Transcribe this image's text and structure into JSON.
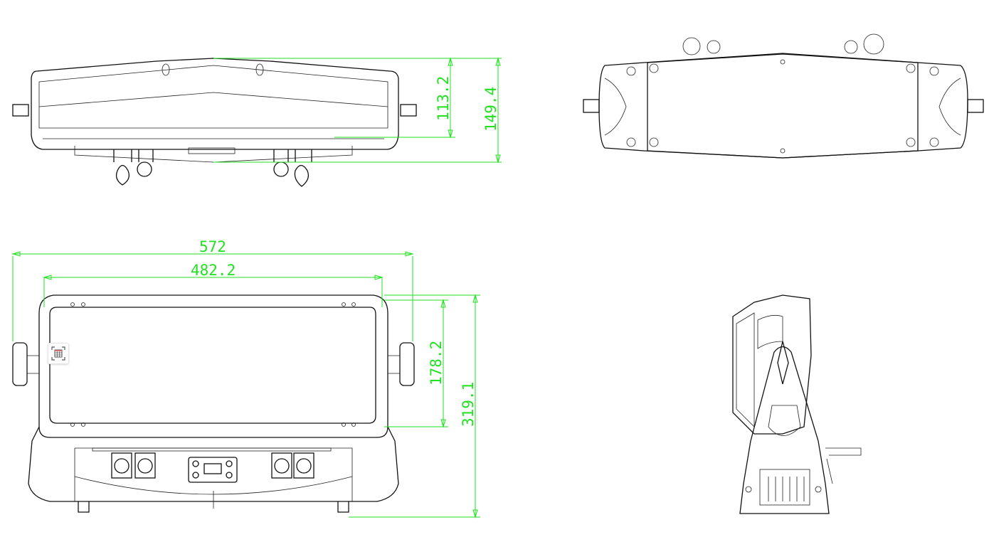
{
  "dimensions": {
    "top_view_height_inner": "113.2",
    "top_view_height_outer": "149.4",
    "front_width_overall": "572",
    "front_width_inner": "482.2",
    "front_height_window": "178.2",
    "front_height_overall": "319.1"
  },
  "colors": {
    "dimension": "#22e022",
    "line": "#111111"
  },
  "overlay": {
    "icon": "table-grid-icon"
  }
}
